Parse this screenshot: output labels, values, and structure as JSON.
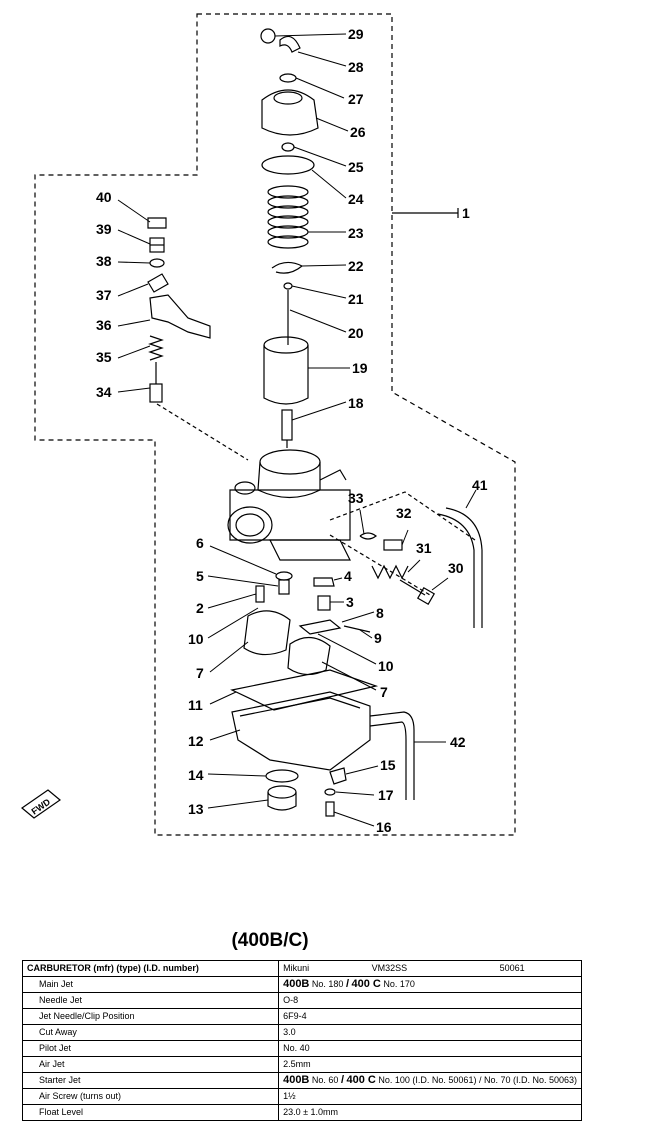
{
  "diagram": {
    "callouts": {
      "c1": "1",
      "c2": "2",
      "c3": "3",
      "c4": "4",
      "c5": "5",
      "c6": "6",
      "c7a": "7",
      "c7b": "7",
      "c8": "8",
      "c9": "9",
      "c10a": "10",
      "c10b": "10",
      "c11": "11",
      "c12": "12",
      "c13": "13",
      "c14": "14",
      "c15": "15",
      "c16": "16",
      "c17": "17",
      "c18": "18",
      "c19": "19",
      "c20": "20",
      "c21": "21",
      "c22": "22",
      "c23": "23",
      "c24": "24",
      "c25": "25",
      "c26": "26",
      "c27": "27",
      "c28": "28",
      "c29": "29",
      "c30": "30",
      "c31": "31",
      "c32": "32",
      "c33": "33",
      "c34": "34",
      "c35": "35",
      "c36": "36",
      "c37": "37",
      "c38": "38",
      "c39": "39",
      "c40": "40",
      "c41": "41",
      "c42": "42"
    },
    "fwd_label": "FWD"
  },
  "spec": {
    "title": "(400B/C)",
    "header": {
      "label": "CARBURETOR (mfr) (type) (I.D. number)",
      "mfr": "Mikuni",
      "type": "VM32SS",
      "id": "50061"
    },
    "rows": [
      {
        "label": "Main Jet",
        "m1": "400B",
        "v1": "No. 180",
        "sep": "/",
        "m2": "400 C",
        "v2": "No. 170"
      },
      {
        "label": "Needle Jet",
        "value": "O-8"
      },
      {
        "label": "Jet Needle/Clip Position",
        "value": "6F9-4"
      },
      {
        "label": "Cut Away",
        "value": "3.0"
      },
      {
        "label": "Pilot Jet",
        "value": "No. 40"
      },
      {
        "label": "Air Jet",
        "value": "2.5mm"
      },
      {
        "label": "Starter Jet",
        "m1": "400B",
        "v1": "No. 60",
        "sep": "/",
        "m2": "400 C",
        "v2": "No. 100 (I.D. No. 50061)  /  No. 70 (I.D. No. 50063)"
      },
      {
        "label": "Air Screw (turns out)",
        "value": "1½"
      },
      {
        "label": "Float Level",
        "value": "23.0 ± 1.0mm"
      }
    ]
  }
}
